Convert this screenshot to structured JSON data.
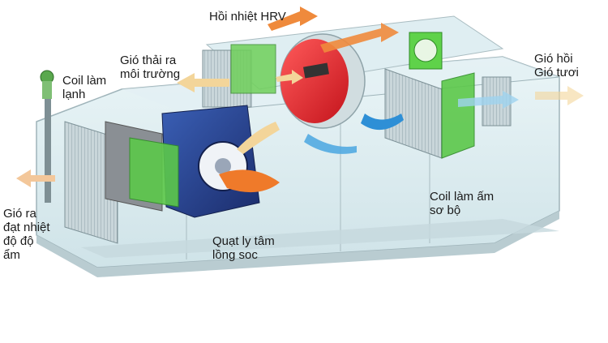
{
  "labels": {
    "hrv": "Hồi nhiệt HRV",
    "exhaust_line1": "Gió thải ra",
    "exhaust_line2": "môi trường",
    "return_line1": "Gió hồi",
    "return_line2": "Gió tươi",
    "cooling_coil_line1": "Coil làm",
    "cooling_coil_line2": "lạnh",
    "supply_line1": "Gió ra",
    "supply_line2": "đạt nhiệt",
    "supply_line3": "độ độ",
    "supply_line4": "ẩm",
    "preheat_coil_line1": "Coil làm ấm",
    "preheat_coil_line2": "sơ bộ",
    "fan_line1": "Quạt ly tâm",
    "fan_line2": "lồng soc"
  },
  "colors": {
    "housing": "#d9ecf0",
    "frame": "#b8c8cc",
    "coil_green": "#5cc84a",
    "fan_blue": "#27408f",
    "hrv_wheel": "#e8232a",
    "airflow_orange": "#ef8a3c",
    "airflow_blue": "#2e8fd6",
    "airflow_cream": "#f3d59a"
  }
}
